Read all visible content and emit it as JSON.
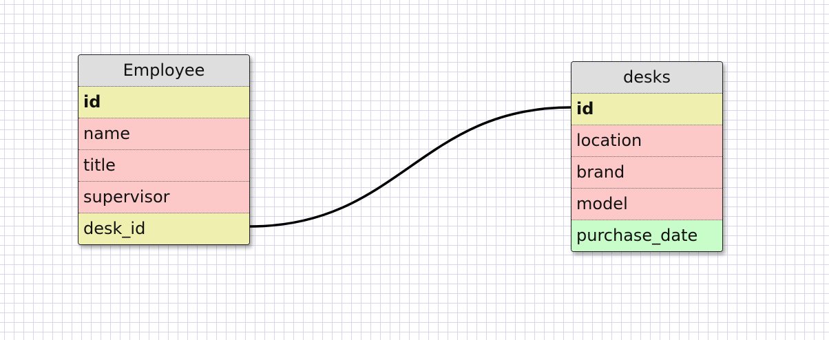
{
  "tables": [
    {
      "name": "Employee",
      "columns": [
        {
          "label": "id",
          "kind": "pk"
        },
        {
          "label": "name",
          "kind": "attr"
        },
        {
          "label": "title",
          "kind": "attr"
        },
        {
          "label": "supervisor",
          "kind": "attr"
        },
        {
          "label": "desk_id",
          "kind": "fk"
        }
      ]
    },
    {
      "name": "desks",
      "columns": [
        {
          "label": "id",
          "kind": "pk"
        },
        {
          "label": "location",
          "kind": "attr"
        },
        {
          "label": "brand",
          "kind": "attr"
        },
        {
          "label": "model",
          "kind": "attr"
        },
        {
          "label": "purchase_date",
          "kind": "date"
        }
      ]
    }
  ],
  "relations": [
    {
      "from": "Employee.desk_id",
      "to": "desks.id"
    }
  ],
  "colors": {
    "grid": "#d8d6ef",
    "header": "#dedede",
    "key": "#efefb0",
    "attribute": "#fdc8c8",
    "date": "#c8fcc8",
    "connector": "#000000"
  }
}
